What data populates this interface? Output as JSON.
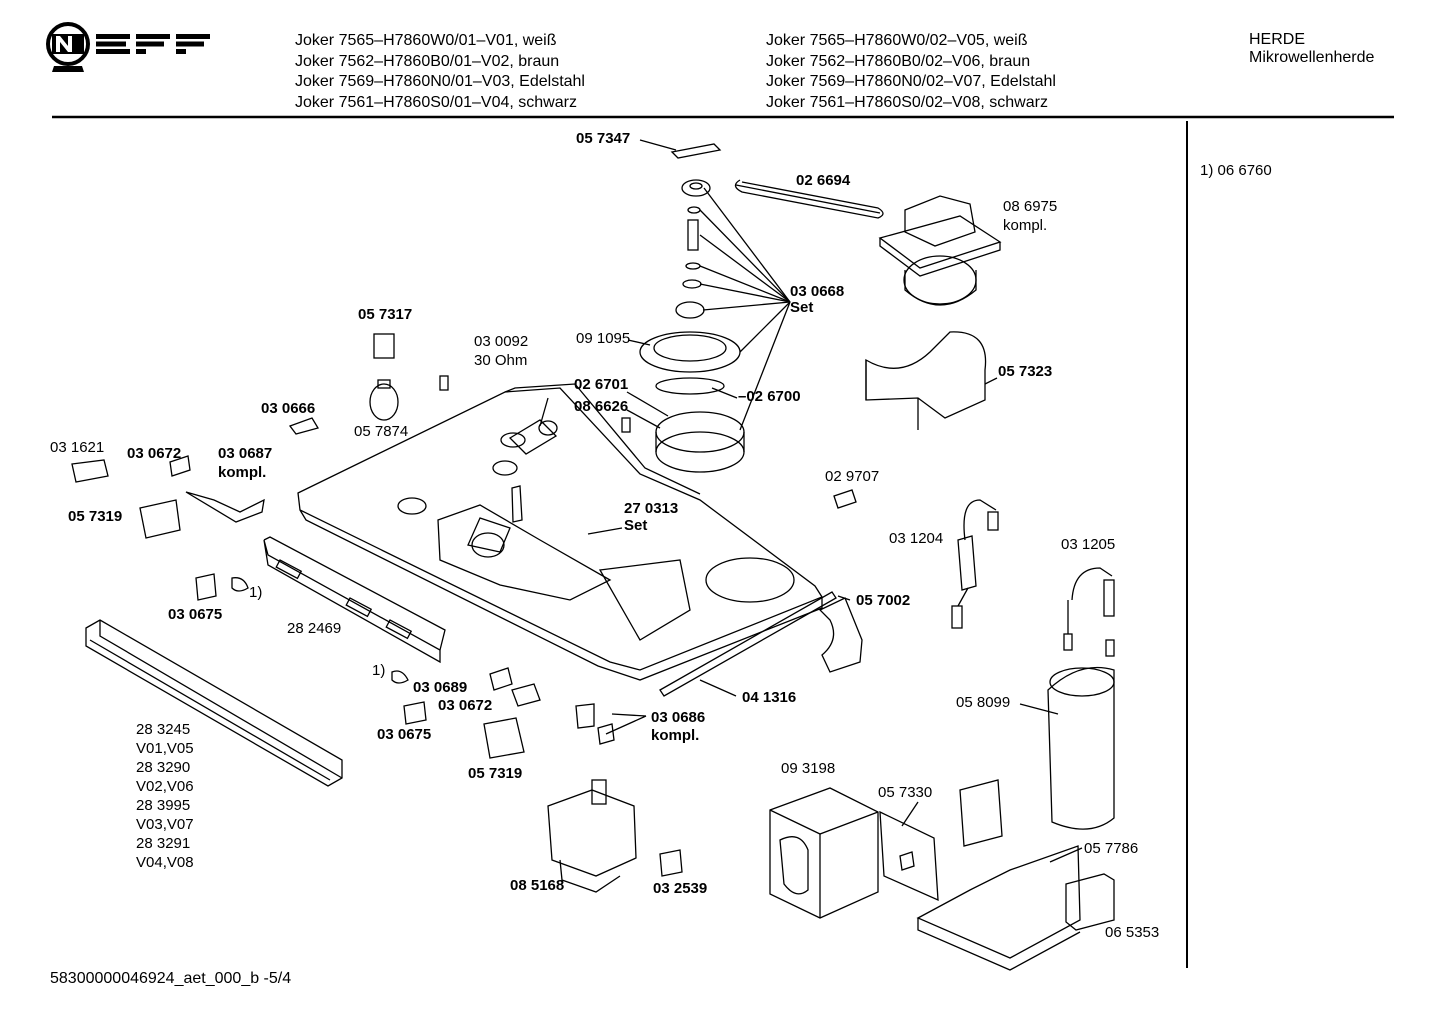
{
  "brand": "NEFF",
  "header": {
    "models_left": [
      "Joker 7565–H7860W0/01–V01, weiß",
      "Joker 7562–H7860B0/01–V02, braun",
      "Joker 7569–H7860N0/01–V03, Edelstahl",
      "Joker 7561–H7860S0/01–V04, schwarz"
    ],
    "models_right": [
      "Joker 7565–H7860W0/02–V05, weiß",
      "Joker 7562–H7860B0/02–V06, braun",
      "Joker 7569–H7860N0/02–V07, Edelstahl",
      "Joker 7561–H7860S0/02–V08, schwarz"
    ],
    "category": "HERDE",
    "subcategory": "Mikrowellenherde"
  },
  "footnote": "1)  06 6760",
  "footer": "58300000046924_aet_000_b  -5/4",
  "parts": {
    "p057347": "05 7347",
    "p026694": "02 6694",
    "p086975a": "08 6975",
    "p086975b": "kompl.",
    "p030668a": "03 0668",
    "p030668b": "Set",
    "p057317": "05 7317",
    "p030092a": "03 0092",
    "p030092b": "30 Ohm",
    "p091095": "09 1095",
    "p057323": "05 7323",
    "p026701": "02 6701",
    "p026700": "–02 6700",
    "p086626": "08 6626",
    "p030666": "03 0666",
    "p057874": "05 7874",
    "p031621": "03 1621",
    "p030672a": "03 0672",
    "p030687a": "03 0687",
    "p030687b": "kompl.",
    "p029707": "02 9707",
    "p057319a": "05 7319",
    "p270313a": "27 0313",
    "p270313b": "Set",
    "p031204": "03 1204",
    "p031205": "03 1205",
    "fn1a": "1)",
    "p030675a": "03 0675",
    "p282469": "28 2469",
    "p057002": "05 7002",
    "fn1b": "1)",
    "p030689": "03 0689",
    "p030672b": "03 0672",
    "p041316": "04 1316",
    "p030675b": "03 0675",
    "p030686a": "03 0686",
    "p030686b": "kompl.",
    "p058099": "05 8099",
    "p057319b": "05 7319",
    "p093198": "09 3198",
    "p057330": "05 7330",
    "p057786": "05 7786",
    "p085168": "08 5168",
    "p032539": "03 2539",
    "p065353": "06 5353",
    "variants": [
      "28 3245",
      "V01,V05",
      "28 3290",
      "V02,V06",
      "28 3995",
      "V03,V07",
      "28 3291",
      "V04,V08"
    ]
  }
}
